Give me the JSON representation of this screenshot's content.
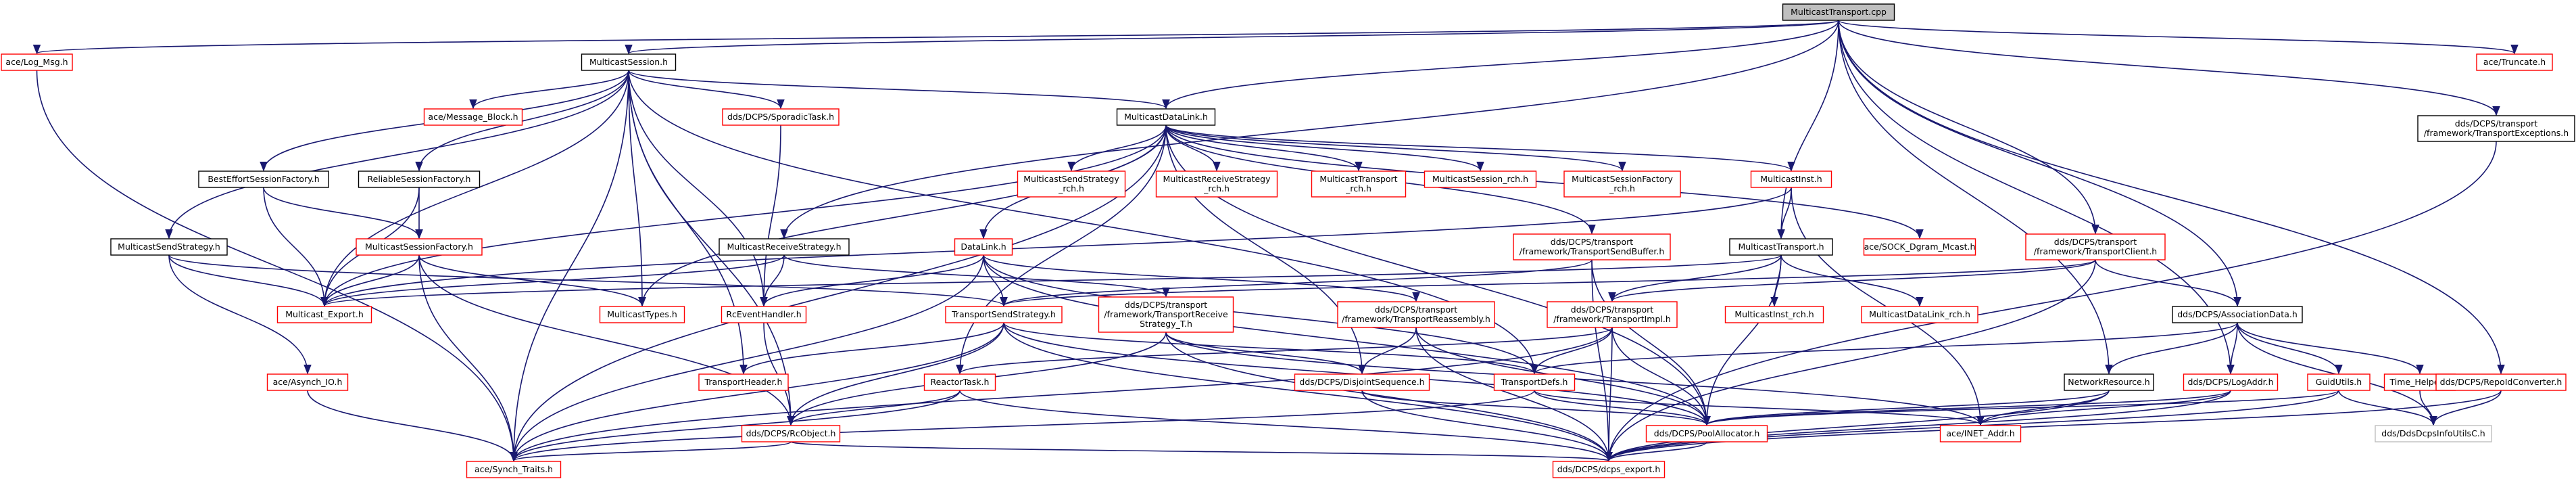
{
  "colors": {
    "edge": "#191970",
    "background": "#ffffff",
    "root_fill": "#bfbfbf",
    "root_border": "#000000",
    "documented_border": "#000000",
    "external_border": "#ff0000",
    "node_fill": "#ffffff"
  },
  "nodes": [
    {
      "id": "root",
      "label": "MulticastTransport.cpp",
      "style": "root"
    },
    {
      "id": "log_msg",
      "label": "ace/Log_Msg.h",
      "style": "external"
    },
    {
      "id": "mcast_session",
      "label": "MulticastSession.h",
      "style": "documented"
    },
    {
      "id": "truncate",
      "label": "ace/Truncate.h",
      "style": "external"
    },
    {
      "id": "transport_exceptions",
      "label": [
        "dds/DCPS/transport",
        "/framework/TransportExceptions.h"
      ],
      "style": "documented"
    },
    {
      "id": "message_block",
      "label": "ace/Message_Block.h",
      "style": "external"
    },
    {
      "id": "sporadic_task",
      "label": "dds/DCPS/SporadicTask.h",
      "style": "external"
    },
    {
      "id": "mcast_datalink",
      "label": "MulticastDataLink.h",
      "style": "documented"
    },
    {
      "id": "best_effort_factory",
      "label": "BestEffortSessionFactory.h",
      "style": "documented"
    },
    {
      "id": "reliable_factory",
      "label": "ReliableSessionFactory.h",
      "style": "documented"
    },
    {
      "id": "mcast_send_strategy_rch",
      "label": [
        "MulticastSendStrategy",
        "_rch.h"
      ],
      "style": "external"
    },
    {
      "id": "mcast_receive_strategy_rch",
      "label": [
        "MulticastReceiveStrategy",
        "_rch.h"
      ],
      "style": "external"
    },
    {
      "id": "mcast_transport_rch",
      "label": [
        "MulticastTransport",
        "_rch.h"
      ],
      "style": "external"
    },
    {
      "id": "mcast_session_rch",
      "label": "MulticastSession_rch.h",
      "style": "external"
    },
    {
      "id": "mcast_session_factory_rch",
      "label": [
        "MulticastSessionFactory",
        "_rch.h"
      ],
      "style": "external"
    },
    {
      "id": "mcast_inst",
      "label": "MulticastInst.h",
      "style": "external"
    },
    {
      "id": "sock_dgram_mcast",
      "label": "ace/SOCK_Dgram_Mcast.h",
      "style": "external"
    },
    {
      "id": "transport_client",
      "label": [
        "dds/DCPS/transport",
        "/framework/TransportClient.h"
      ],
      "style": "external"
    },
    {
      "id": "mcast_send_strategy",
      "label": "MulticastSendStrategy.h",
      "style": "documented"
    },
    {
      "id": "mcast_session_factory",
      "label": "MulticastSessionFactory.h",
      "style": "external"
    },
    {
      "id": "mcast_receive_strategy",
      "label": "MulticastReceiveStrategy.h",
      "style": "documented"
    },
    {
      "id": "datalink",
      "label": "DataLink.h",
      "style": "external"
    },
    {
      "id": "transport_send_buffer",
      "label": [
        "dds/DCPS/transport",
        "/framework/TransportSendBuffer.h"
      ],
      "style": "external"
    },
    {
      "id": "mcast_transport",
      "label": "MulticastTransport.h",
      "style": "documented"
    },
    {
      "id": "association_data",
      "label": "dds/DCPS/AssociationData.h",
      "style": "documented"
    },
    {
      "id": "mcast_export",
      "label": "Multicast_Export.h",
      "style": "external"
    },
    {
      "id": "mcast_types",
      "label": "MulticastTypes.h",
      "style": "external"
    },
    {
      "id": "rc_event_handler",
      "label": "RcEventHandler.h",
      "style": "external"
    },
    {
      "id": "transport_send_strategy",
      "label": "TransportSendStrategy.h",
      "style": "external"
    },
    {
      "id": "transport_receive_strategy_t",
      "label": [
        "dds/DCPS/transport",
        "/framework/TransportReceive",
        "Strategy_T.h"
      ],
      "style": "external"
    },
    {
      "id": "transport_reassembly",
      "label": [
        "dds/DCPS/transport",
        "/framework/TransportReassembly.h"
      ],
      "style": "external"
    },
    {
      "id": "transport_impl",
      "label": [
        "dds/DCPS/transport",
        "/framework/TransportImpl.h"
      ],
      "style": "external"
    },
    {
      "id": "mcast_inst_rch",
      "label": "MulticastInst_rch.h",
      "style": "external"
    },
    {
      "id": "mcast_datalink_rch",
      "label": "MulticastDataLink_rch.h",
      "style": "external"
    },
    {
      "id": "network_resource",
      "label": "NetworkResource.h",
      "style": "documented"
    },
    {
      "id": "log_addr",
      "label": "dds/DCPS/LogAddr.h",
      "style": "external"
    },
    {
      "id": "guid_utils",
      "label": "GuidUtils.h",
      "style": "external"
    },
    {
      "id": "time_helper",
      "label": "Time_Helper.h",
      "style": "external"
    },
    {
      "id": "repoid_converter",
      "label": "dds/DCPS/RepoIdConverter.h",
      "style": "external"
    },
    {
      "id": "asynch_io",
      "label": "ace/Asynch_IO.h",
      "style": "external"
    },
    {
      "id": "transport_header",
      "label": "TransportHeader.h",
      "style": "external"
    },
    {
      "id": "reactor_task",
      "label": "ReactorTask.h",
      "style": "external"
    },
    {
      "id": "disjoint_sequence",
      "label": "dds/DCPS/DisjointSequence.h",
      "style": "external"
    },
    {
      "id": "transport_defs",
      "label": "TransportDefs.h",
      "style": "external"
    },
    {
      "id": "rc_object",
      "label": "dds/DCPS/RcObject.h",
      "style": "external"
    },
    {
      "id": "pool_allocator",
      "label": "dds/DCPS/PoolAllocator.h",
      "style": "external"
    },
    {
      "id": "inet_addr",
      "label": "ace/INET_Addr.h",
      "style": "external"
    },
    {
      "id": "dcps_info_utils",
      "label": "dds/DdsDcpsInfoUtilsC.h",
      "style": "plain"
    },
    {
      "id": "synch_traits",
      "label": "ace/Synch_Traits.h",
      "style": "external"
    },
    {
      "id": "dcps_export",
      "label": "dds/DCPS/dcps_export.h",
      "style": "external"
    }
  ],
  "edges": [
    [
      "root",
      "log_msg"
    ],
    [
      "root",
      "mcast_session"
    ],
    [
      "root",
      "mcast_datalink"
    ],
    [
      "root",
      "mcast_receive_strategy"
    ],
    [
      "root",
      "mcast_transport"
    ],
    [
      "root",
      "transport_client"
    ],
    [
      "root",
      "association_data"
    ],
    [
      "root",
      "network_resource"
    ],
    [
      "root",
      "log_addr"
    ],
    [
      "root",
      "repoid_converter"
    ],
    [
      "root",
      "truncate"
    ],
    [
      "root",
      "transport_exceptions"
    ],
    [
      "log_msg",
      "synch_traits"
    ],
    [
      "mcast_session",
      "message_block"
    ],
    [
      "mcast_session",
      "sporadic_task"
    ],
    [
      "mcast_session",
      "mcast_datalink"
    ],
    [
      "mcast_session",
      "mcast_export"
    ],
    [
      "mcast_session",
      "mcast_types"
    ],
    [
      "mcast_session",
      "rc_event_handler"
    ],
    [
      "mcast_session",
      "transport_header"
    ],
    [
      "mcast_session",
      "rc_object"
    ],
    [
      "mcast_session",
      "synch_traits"
    ],
    [
      "mcast_session",
      "best_effort_factory"
    ],
    [
      "mcast_session",
      "reliable_factory"
    ],
    [
      "mcast_session",
      "mcast_send_strategy"
    ],
    [
      "mcast_session",
      "transport_defs"
    ],
    [
      "sporadic_task",
      "rc_event_handler"
    ],
    [
      "mcast_datalink",
      "mcast_send_strategy_rch"
    ],
    [
      "mcast_datalink",
      "mcast_receive_strategy_rch"
    ],
    [
      "mcast_datalink",
      "mcast_transport_rch"
    ],
    [
      "mcast_datalink",
      "mcast_session_rch"
    ],
    [
      "mcast_datalink",
      "mcast_session_factory_rch"
    ],
    [
      "mcast_datalink",
      "mcast_inst"
    ],
    [
      "mcast_datalink",
      "sock_dgram_mcast"
    ],
    [
      "mcast_datalink",
      "datalink"
    ],
    [
      "mcast_datalink",
      "transport_send_buffer"
    ],
    [
      "mcast_datalink",
      "mcast_export"
    ],
    [
      "mcast_datalink",
      "mcast_types"
    ],
    [
      "mcast_datalink",
      "pool_allocator"
    ],
    [
      "mcast_datalink",
      "reactor_task"
    ],
    [
      "mcast_datalink",
      "disjoint_sequence"
    ],
    [
      "mcast_datalink",
      "synch_traits"
    ],
    [
      "best_effort_factory",
      "mcast_session_factory"
    ],
    [
      "best_effort_factory",
      "mcast_export"
    ],
    [
      "reliable_factory",
      "mcast_session_factory"
    ],
    [
      "reliable_factory",
      "mcast_export"
    ],
    [
      "mcast_inst",
      "mcast_export"
    ],
    [
      "mcast_inst",
      "mcast_transport"
    ],
    [
      "mcast_inst",
      "inet_addr"
    ],
    [
      "transport_client",
      "transport_impl"
    ],
    [
      "transport_client",
      "association_data"
    ],
    [
      "transport_client",
      "dcps_export"
    ],
    [
      "transport_client",
      "transport_send_strategy"
    ],
    [
      "transport_exceptions",
      "dcps_export"
    ],
    [
      "mcast_send_strategy",
      "mcast_export"
    ],
    [
      "mcast_send_strategy",
      "transport_send_strategy"
    ],
    [
      "mcast_send_strategy",
      "asynch_io"
    ],
    [
      "mcast_session_factory",
      "mcast_export"
    ],
    [
      "mcast_session_factory",
      "mcast_types"
    ],
    [
      "mcast_session_factory",
      "rc_object"
    ],
    [
      "mcast_session_factory",
      "synch_traits"
    ],
    [
      "mcast_receive_strategy",
      "mcast_export"
    ],
    [
      "mcast_receive_strategy",
      "rc_event_handler"
    ],
    [
      "mcast_receive_strategy",
      "transport_receive_strategy_t"
    ],
    [
      "datalink",
      "rc_event_handler"
    ],
    [
      "datalink",
      "transport_send_strategy"
    ],
    [
      "datalink",
      "transport_reassembly"
    ],
    [
      "datalink",
      "transport_defs"
    ],
    [
      "datalink",
      "synch_traits"
    ],
    [
      "datalink",
      "pool_allocator"
    ],
    [
      "transport_send_buffer",
      "transport_send_strategy"
    ],
    [
      "transport_send_buffer",
      "pool_allocator"
    ],
    [
      "transport_send_buffer",
      "dcps_export"
    ],
    [
      "mcast_transport",
      "mcast_export"
    ],
    [
      "mcast_transport",
      "mcast_inst_rch"
    ],
    [
      "mcast_transport",
      "mcast_datalink_rch"
    ],
    [
      "mcast_transport",
      "transport_impl"
    ],
    [
      "mcast_transport",
      "pool_allocator"
    ],
    [
      "association_data",
      "network_resource"
    ],
    [
      "association_data",
      "log_addr"
    ],
    [
      "association_data",
      "guid_utils"
    ],
    [
      "association_data",
      "time_helper"
    ],
    [
      "association_data",
      "dcps_info_utils"
    ],
    [
      "association_data",
      "transport_defs"
    ],
    [
      "rc_event_handler",
      "rc_object"
    ],
    [
      "transport_send_strategy",
      "transport_header"
    ],
    [
      "transport_send_strategy",
      "rc_object"
    ],
    [
      "transport_send_strategy",
      "transport_defs"
    ],
    [
      "transport_send_strategy",
      "synch_traits"
    ],
    [
      "transport_send_strategy",
      "dcps_export"
    ],
    [
      "transport_send_strategy",
      "pool_allocator"
    ],
    [
      "transport_receive_strategy_t",
      "disjoint_sequence"
    ],
    [
      "transport_receive_strategy_t",
      "dcps_export"
    ],
    [
      "transport_receive_strategy_t",
      "inet_addr"
    ],
    [
      "transport_receive_strategy_t",
      "rc_object"
    ],
    [
      "transport_reassembly",
      "disjoint_sequence"
    ],
    [
      "transport_reassembly",
      "pool_allocator"
    ],
    [
      "transport_reassembly",
      "dcps_export"
    ],
    [
      "transport_impl",
      "transport_defs"
    ],
    [
      "transport_impl",
      "reactor_task"
    ],
    [
      "transport_impl",
      "dcps_export"
    ],
    [
      "transport_impl",
      "pool_allocator"
    ],
    [
      "transport_impl",
      "synch_traits"
    ],
    [
      "network_resource",
      "inet_addr"
    ],
    [
      "network_resource",
      "dcps_export"
    ],
    [
      "network_resource",
      "pool_allocator"
    ],
    [
      "log_addr",
      "inet_addr"
    ],
    [
      "log_addr",
      "pool_allocator"
    ],
    [
      "log_addr",
      "dcps_export"
    ],
    [
      "guid_utils",
      "dcps_info_utils"
    ],
    [
      "guid_utils",
      "dcps_export"
    ],
    [
      "guid_utils",
      "pool_allocator"
    ],
    [
      "time_helper",
      "dcps_info_utils"
    ],
    [
      "repoid_converter",
      "dcps_info_utils"
    ],
    [
      "repoid_converter",
      "dcps_export"
    ],
    [
      "asynch_io",
      "synch_traits"
    ],
    [
      "reactor_task",
      "rc_object"
    ],
    [
      "reactor_task",
      "synch_traits"
    ],
    [
      "reactor_task",
      "dcps_export"
    ],
    [
      "disjoint_sequence",
      "pool_allocator"
    ],
    [
      "disjoint_sequence",
      "dcps_export"
    ],
    [
      "transport_defs",
      "inet_addr"
    ],
    [
      "transport_defs",
      "synch_traits"
    ],
    [
      "transport_defs",
      "pool_allocator"
    ],
    [
      "rc_object",
      "synch_traits"
    ],
    [
      "rc_object",
      "dcps_export"
    ],
    [
      "pool_allocator",
      "dcps_export"
    ]
  ]
}
